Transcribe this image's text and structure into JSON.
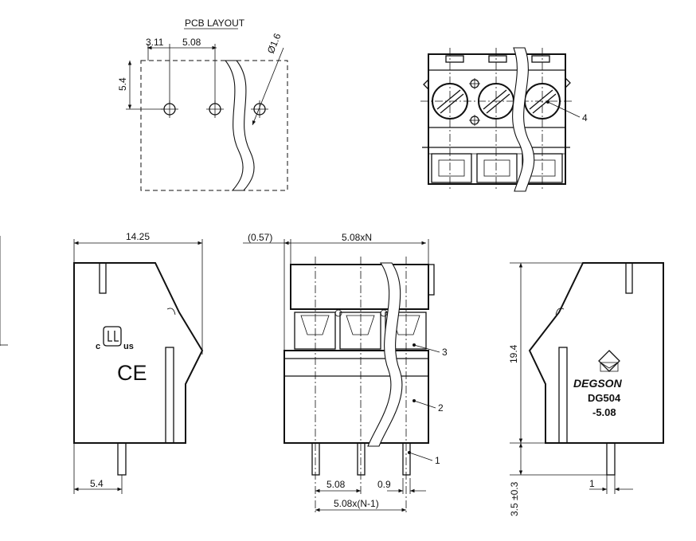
{
  "pcb_layout": {
    "title": "PCB LAYOUT",
    "dim_pitch_first": "3.11",
    "dim_pitch": "5.08",
    "dim_height": "5.4",
    "dim_hole": "Ø1.6"
  },
  "side_view": {
    "dim_width": "14.25",
    "dim_pin_offset": "5.4",
    "marks": {
      "ul": "c",
      "ul_suffix": "us",
      "ce": "CE"
    }
  },
  "front_view": {
    "dim_overhang": "(0.57)",
    "dim_total": "5.08xN",
    "dim_pitch": "5.08",
    "dim_pin": "0.9",
    "dim_span": "5.08x(N-1)",
    "callout_1": "1",
    "callout_2": "2",
    "callout_3": "3"
  },
  "top_view": {
    "callout_4": "4"
  },
  "rear_view": {
    "brand": "DEGSON",
    "model_line1": "DG504",
    "model_line2": "-5.08",
    "dim_height": "19.4",
    "dim_pin_length": "3.5 ±0.3",
    "dim_pin_thickness": "1"
  }
}
